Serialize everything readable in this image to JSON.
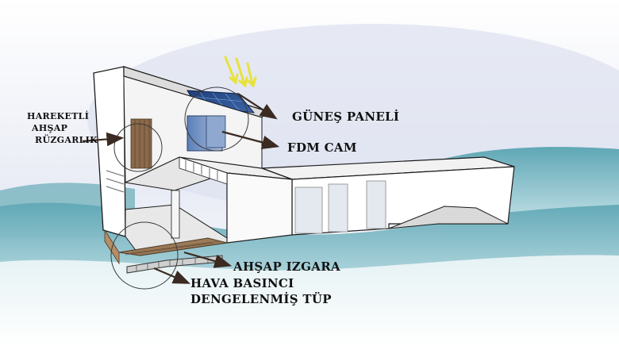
{
  "labels": {
    "wind_louver": [
      "HAREKETLİ",
      "AHŞAP",
      "RÜZGARLIK"
    ],
    "solar_panel": "GÜNEŞ PANELİ",
    "fdm_glass": "FDM CAM",
    "wood_grate": "AHŞAP IZGARA",
    "pressure_tube": [
      "HAVA BASINCI",
      "DENGELENMİŞ TÜP"
    ]
  },
  "colors": {
    "water": "#7fb9c4",
    "water_light": "#cfe6ea",
    "sky": "#e6eaf4",
    "solar_panel": "#2c4f8a",
    "glass": "#6f8fbf",
    "wood": "#8b6a4a",
    "sun_rays": "#e8e23a",
    "leader": "#3a2a22",
    "outline": "#1a1a1a"
  }
}
